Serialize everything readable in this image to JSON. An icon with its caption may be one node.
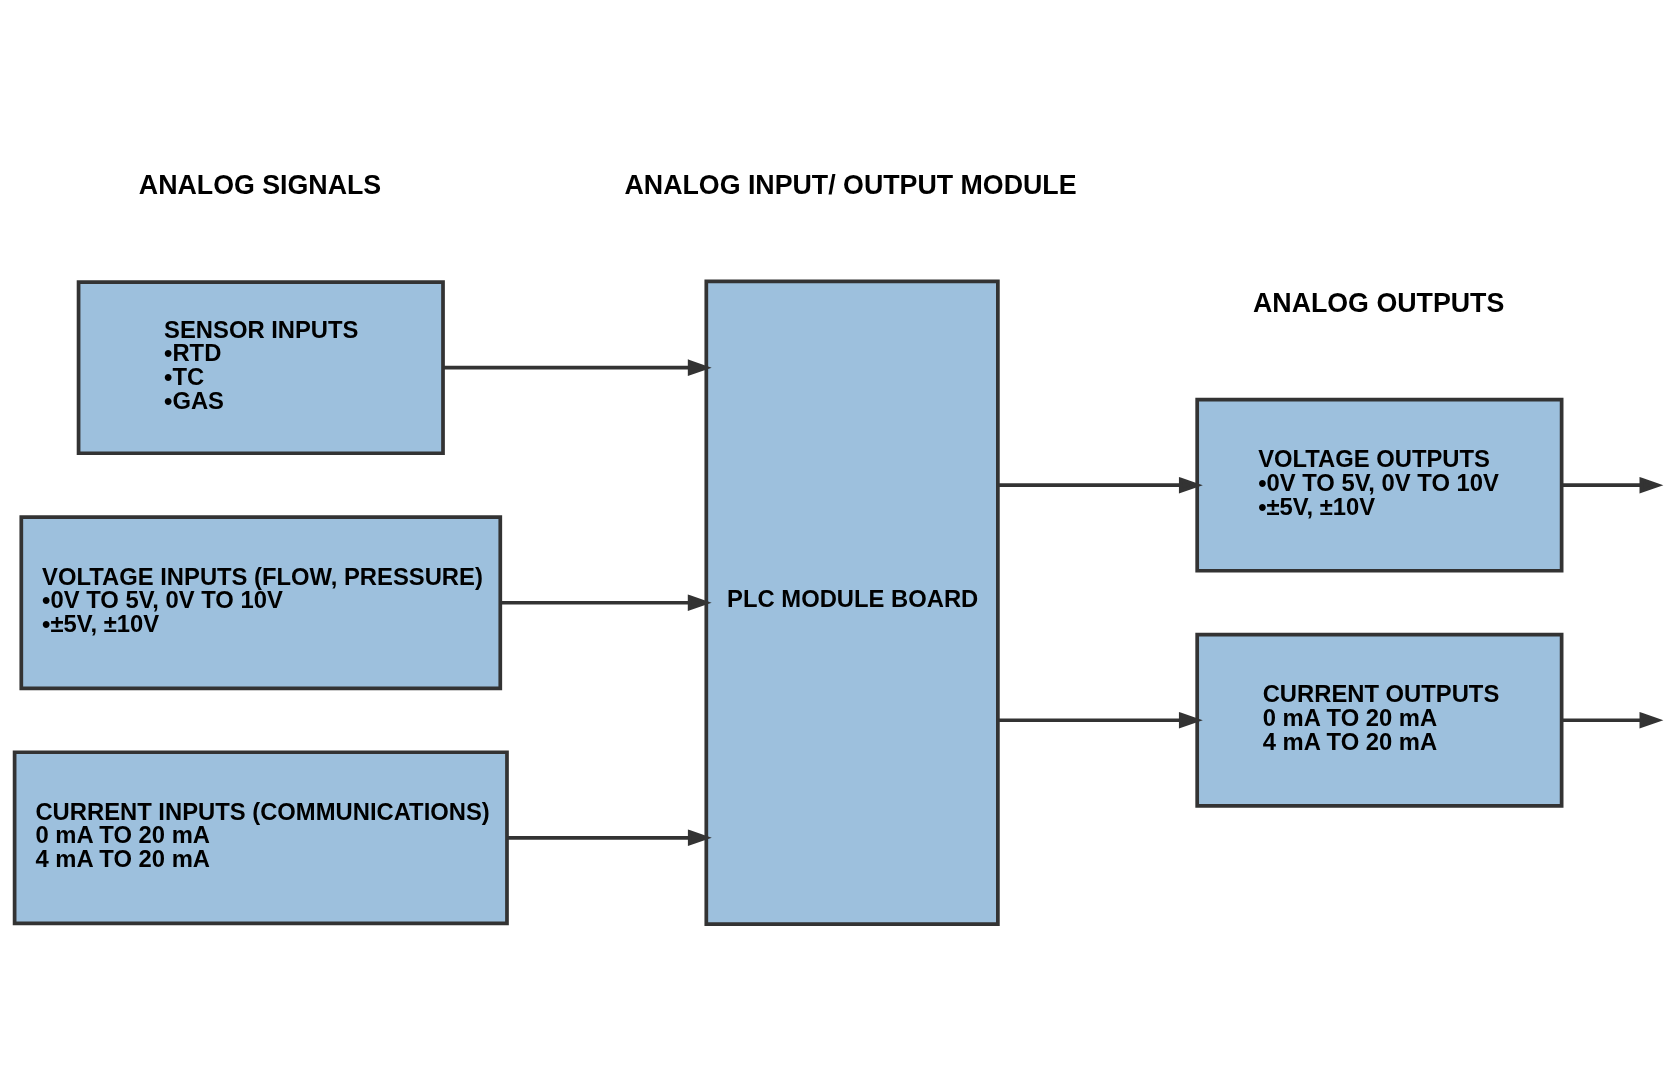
{
  "diagram": {
    "nodes": [
      {
        "text": [
          "SENSOR INPUTS",
          "•RTD",
          "•TC",
          "•GAS"
        ]
      },
      {
        "text": [
          "VOLTAGE INPUTS (FLOW, PRESSURE)",
          "•0V TO 5V, 0V TO 10V",
          "•±5V, ±10V"
        ]
      },
      {
        "text": [
          "CURRENT INPUTS (COMMUNICATIONS)",
          "0 mA TO 20 mA",
          "4 mA TO 20 mA"
        ]
      },
      {
        "text": [
          "PLC MODULE BOARD"
        ]
      },
      {
        "text": [
          "VOLTAGE OUTPUTS",
          "•0V TO 5V, 0V TO 10V",
          "•±5V, ±10V"
        ]
      },
      {
        "text": [
          "CURRENT OUTPUTS",
          "0 mA TO 20 mA",
          "4 mA TO 20 mA"
        ]
      }
    ],
    "edges": [
      {
        "from": 0,
        "to": 3,
        "arrow": "to"
      },
      {
        "from": 1,
        "to": 3,
        "arrow": "to"
      },
      {
        "from": 2,
        "to": 3,
        "arrow": "to"
      },
      {
        "from": 3,
        "to": 4,
        "arrow": "to"
      },
      {
        "from": 3,
        "to": 5,
        "arrow": "to"
      },
      {
        "from": 4,
        "to": null,
        "arrow": "to"
      },
      {
        "from": 5,
        "to": null,
        "arrow": "to"
      }
    ],
    "labels": [
      "ANALOG SIGNALS",
      "ANALOG INPUT/ OUTPUT MODULE",
      "ANALOG OUTPUTS"
    ]
  }
}
